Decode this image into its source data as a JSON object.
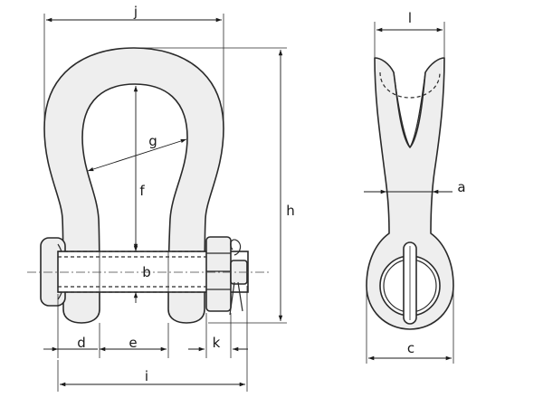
{
  "labels": {
    "j": "j",
    "g": "g",
    "f": "f",
    "h": "h",
    "b": "b",
    "d": "d",
    "e": "e",
    "k": "k",
    "i": "i",
    "l": "l",
    "a": "a",
    "c": "c"
  },
  "colors": {
    "stroke": "#2a2a2a",
    "fill": "#eeeeee"
  }
}
